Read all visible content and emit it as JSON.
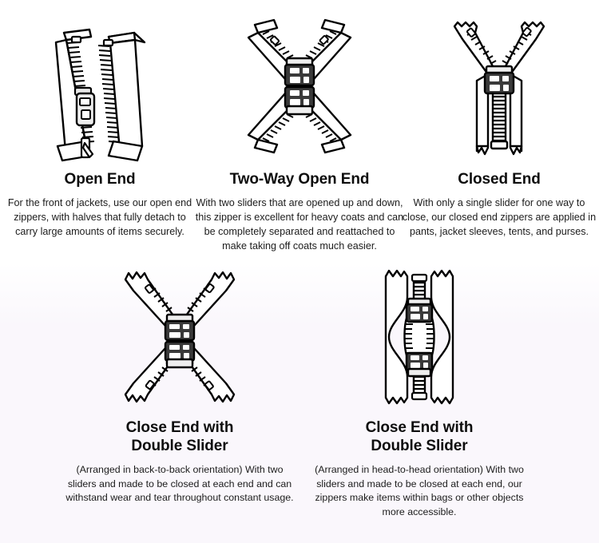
{
  "page": {
    "background_color": "#ffffff",
    "tint_color": "#faf7fc",
    "ink_color": "#111111"
  },
  "items": [
    {
      "id": "open-end",
      "illustration": "open-end-zipper-illustration",
      "heading": "Open End",
      "subheading": "",
      "description": "For the front of jackets, use our open end zippers, with halves that fully detach to carry large amounts of items securely."
    },
    {
      "id": "two-way-open-end",
      "illustration": "two-way-open-end-zipper-illustration",
      "heading": "Two-Way Open End",
      "subheading": "",
      "description": "With two sliders that are opened up and down, this zipper is excellent for heavy coats and can be completely separated and reattached to make taking off coats much easier."
    },
    {
      "id": "closed-end",
      "illustration": "closed-end-zipper-illustration",
      "heading": "Closed End",
      "subheading": "",
      "description": "With only a single slider for one way to close, our closed end zippers are applied in pants, jacket sleeves, tents, and purses."
    },
    {
      "id": "close-end-double-slider-back-to-back",
      "illustration": "double-slider-back-to-back-zipper-illustration",
      "heading": "Close End with",
      "subheading": "Double Slider",
      "description": "(Arranged in back-to-back orientation) With two sliders and made to be closed at each end and can withstand wear and tear throughout constant usage."
    },
    {
      "id": "close-end-double-slider-head-to-head",
      "illustration": "double-slider-head-to-head-zipper-illustration",
      "heading": "Close End with",
      "subheading": "Double Slider",
      "description": "(Arranged in head-to-head orientation) With two sliders and made to be closed at each end, our zippers make items within bags or other objects more accessible."
    }
  ]
}
